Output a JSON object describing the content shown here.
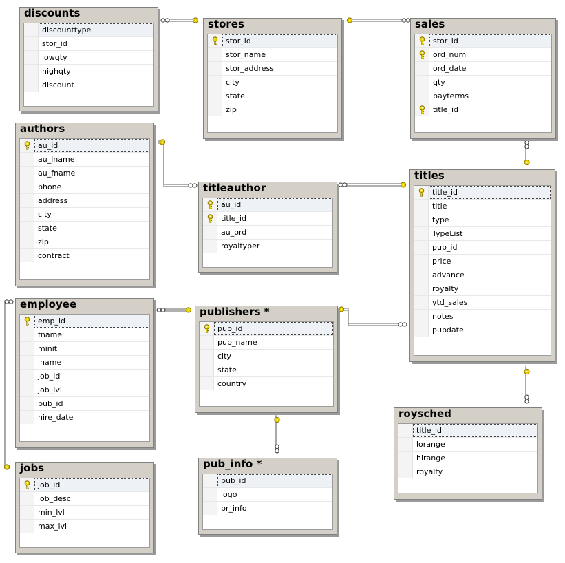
{
  "tables": {
    "discounts": {
      "title": "discounts",
      "columns": [
        {
          "name": "discounttype",
          "key": false
        },
        {
          "name": "stor_id",
          "key": false
        },
        {
          "name": "lowqty",
          "key": false
        },
        {
          "name": "highqty",
          "key": false
        },
        {
          "name": "discount",
          "key": false
        }
      ]
    },
    "stores": {
      "title": "stores",
      "columns": [
        {
          "name": "stor_id",
          "key": true
        },
        {
          "name": "stor_name",
          "key": false
        },
        {
          "name": "stor_address",
          "key": false
        },
        {
          "name": "city",
          "key": false
        },
        {
          "name": "state",
          "key": false
        },
        {
          "name": "zip",
          "key": false
        }
      ]
    },
    "sales": {
      "title": "sales",
      "columns": [
        {
          "name": "stor_id",
          "key": true
        },
        {
          "name": "ord_num",
          "key": true
        },
        {
          "name": "ord_date",
          "key": false
        },
        {
          "name": "qty",
          "key": false
        },
        {
          "name": "payterms",
          "key": false
        },
        {
          "name": "title_id",
          "key": true
        }
      ]
    },
    "authors": {
      "title": "authors",
      "columns": [
        {
          "name": "au_id",
          "key": true
        },
        {
          "name": "au_lname",
          "key": false
        },
        {
          "name": "au_fname",
          "key": false
        },
        {
          "name": "phone",
          "key": false
        },
        {
          "name": "address",
          "key": false
        },
        {
          "name": "city",
          "key": false
        },
        {
          "name": "state",
          "key": false
        },
        {
          "name": "zip",
          "key": false
        },
        {
          "name": "contract",
          "key": false
        }
      ]
    },
    "titleauthor": {
      "title": "titleauthor",
      "columns": [
        {
          "name": "au_id",
          "key": true
        },
        {
          "name": "title_id",
          "key": true
        },
        {
          "name": "au_ord",
          "key": false
        },
        {
          "name": "royaltyper",
          "key": false
        }
      ]
    },
    "titles": {
      "title": "titles",
      "columns": [
        {
          "name": "title_id",
          "key": true
        },
        {
          "name": "title",
          "key": false
        },
        {
          "name": "type",
          "key": false
        },
        {
          "name": "TypeList",
          "key": false
        },
        {
          "name": "pub_id",
          "key": false
        },
        {
          "name": "price",
          "key": false
        },
        {
          "name": "advance",
          "key": false
        },
        {
          "name": "royalty",
          "key": false
        },
        {
          "name": "ytd_sales",
          "key": false
        },
        {
          "name": "notes",
          "key": false
        },
        {
          "name": "pubdate",
          "key": false
        }
      ]
    },
    "employee": {
      "title": "employee",
      "columns": [
        {
          "name": "emp_id",
          "key": true
        },
        {
          "name": "fname",
          "key": false
        },
        {
          "name": "minit",
          "key": false
        },
        {
          "name": "lname",
          "key": false
        },
        {
          "name": "job_id",
          "key": false
        },
        {
          "name": "job_lvl",
          "key": false
        },
        {
          "name": "pub_id",
          "key": false
        },
        {
          "name": "hire_date",
          "key": false
        }
      ]
    },
    "publishers": {
      "title": "publishers *",
      "columns": [
        {
          "name": "pub_id",
          "key": true
        },
        {
          "name": "pub_name",
          "key": false
        },
        {
          "name": "city",
          "key": false
        },
        {
          "name": "state",
          "key": false
        },
        {
          "name": "country",
          "key": false
        }
      ]
    },
    "roysched": {
      "title": "roysched",
      "columns": [
        {
          "name": "title_id",
          "key": false
        },
        {
          "name": "lorange",
          "key": false
        },
        {
          "name": "hirange",
          "key": false
        },
        {
          "name": "royalty",
          "key": false
        }
      ]
    },
    "jobs": {
      "title": "jobs",
      "columns": [
        {
          "name": "job_id",
          "key": true
        },
        {
          "name": "job_desc",
          "key": false
        },
        {
          "name": "min_lvl",
          "key": false
        },
        {
          "name": "max_lvl",
          "key": false
        }
      ]
    },
    "pub_info": {
      "title": "pub_info *",
      "columns": [
        {
          "name": "pub_id",
          "key": false
        },
        {
          "name": "logo",
          "key": false
        },
        {
          "name": "pr_info",
          "key": false
        }
      ]
    }
  },
  "colors": {
    "line": "#808080",
    "key": "#e8d000",
    "key_stroke": "#8a7400",
    "header_bg": "#d4d0c8"
  }
}
